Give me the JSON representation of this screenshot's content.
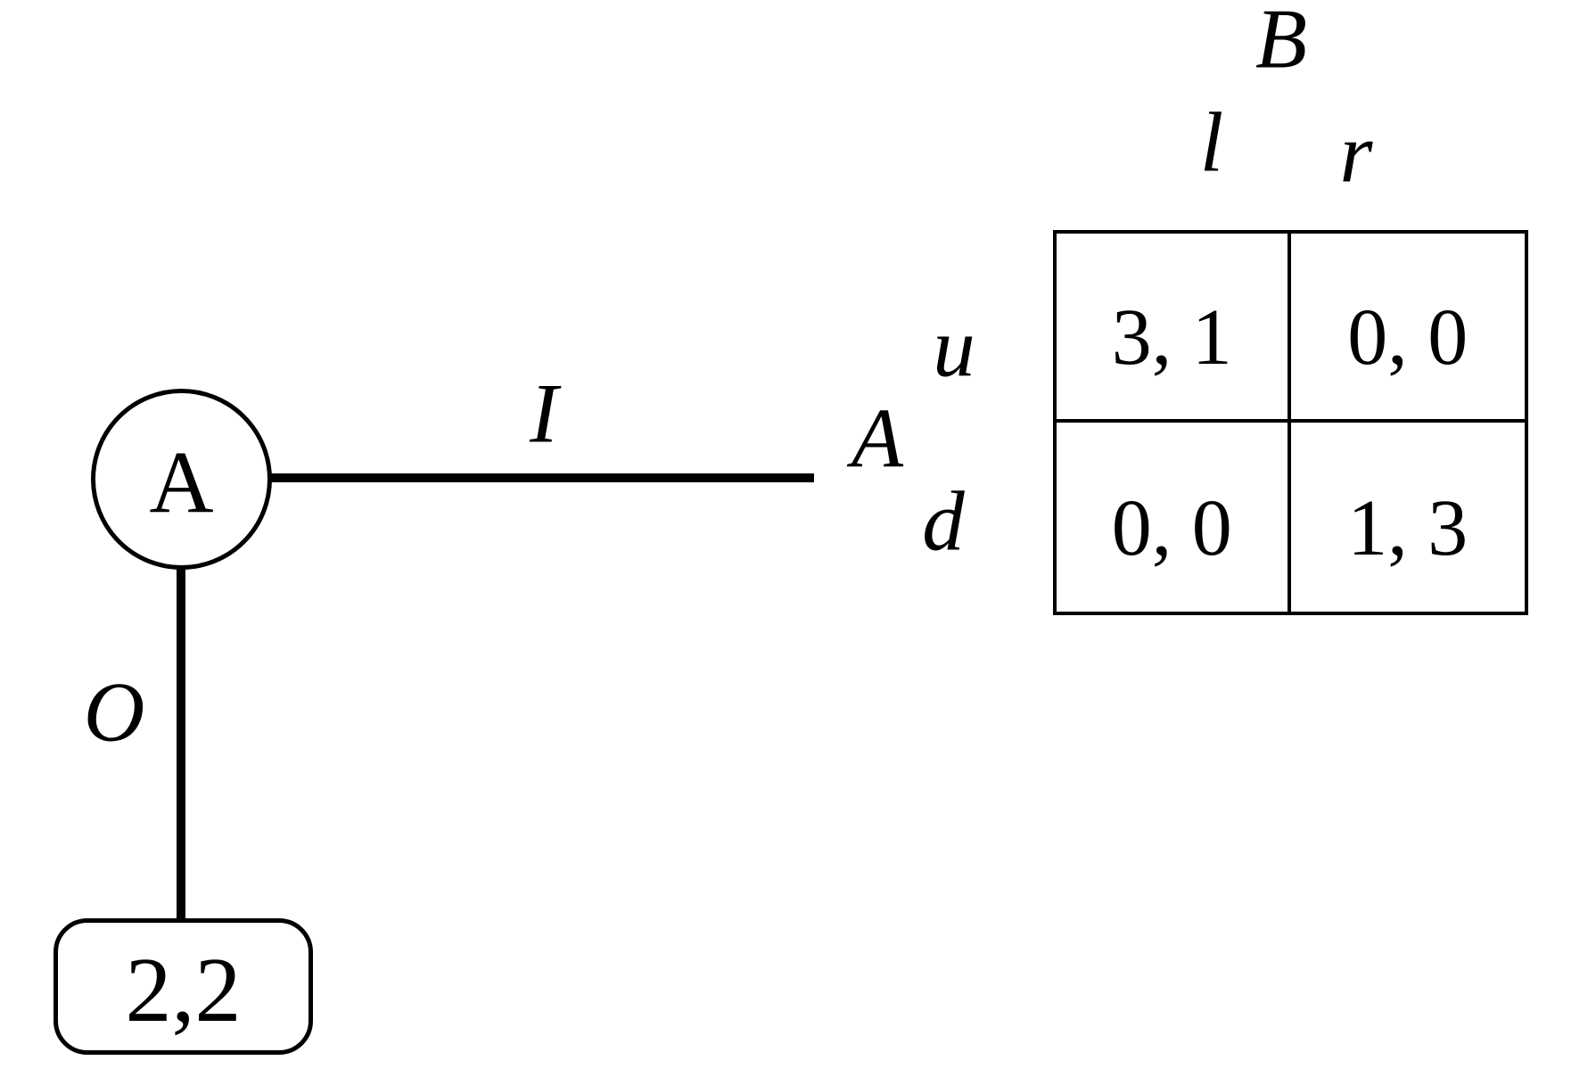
{
  "colors": {
    "background": "#ffffff",
    "ink": "#000000"
  },
  "tree": {
    "node_label": "A",
    "in_branch_label": "I",
    "out_branch_label": "O",
    "outside_payoff": "2,2"
  },
  "matrix": {
    "column_player_label": "B",
    "row_player_label": "A",
    "column_labels": [
      "l",
      "r"
    ],
    "row_labels": [
      "u",
      "d"
    ],
    "cells": [
      [
        "3, 1",
        "0, 0"
      ],
      [
        "0, 0",
        "1, 3"
      ]
    ]
  }
}
